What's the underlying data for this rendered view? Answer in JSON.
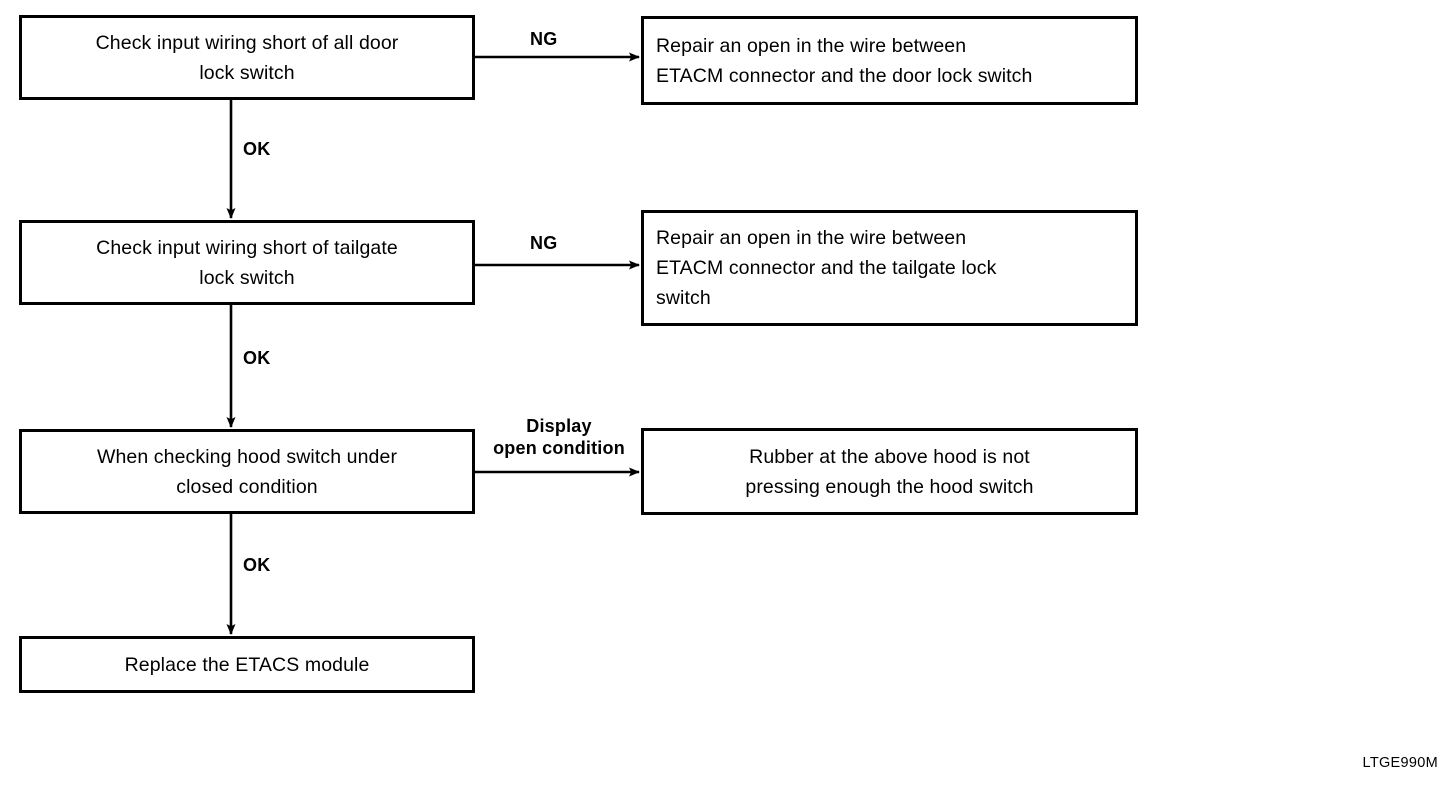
{
  "figure": {
    "code": "LTGE990M",
    "type": "troubleshooting-flowchart"
  },
  "nodes": {
    "check_door_lock": "Check input wiring short of all door\nlock switch",
    "check_tailgate": "Check input wiring short of tailgate\nlock switch",
    "check_hood": "When checking hood switch under\nclosed condition",
    "replace_module": "Replace the ETACS module",
    "repair_door_lock": "Repair an open in the wire between\nETACM connector and the door lock switch",
    "repair_tailgate": "Repair an open in the wire between\nETACM connector and the tailgate lock\nswitch",
    "rubber_hood": "Rubber at the above hood is not\npressing enough the hood switch"
  },
  "edges": {
    "ng_1": "NG",
    "ng_2": "NG",
    "ok_1": "OK",
    "ok_2": "OK",
    "ok_3": "OK",
    "display_open": "Display\nopen condition"
  },
  "colors": {
    "stroke": "#000000",
    "background": "#ffffff",
    "text": "#000000"
  }
}
